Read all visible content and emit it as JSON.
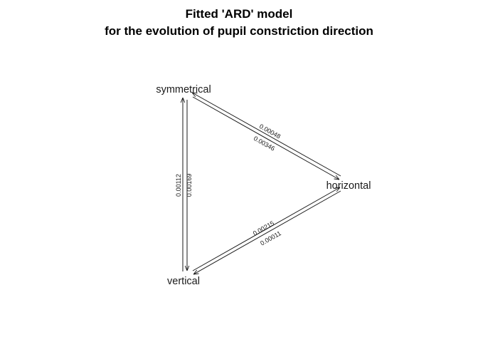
{
  "title": {
    "line1": "Fitted 'ARD' model",
    "line2": "for the evolution of pupil constriction direction"
  },
  "states": {
    "symmetrical": "symmetrical",
    "horizontal": "horizontal",
    "vertical": "vertical"
  },
  "rates": {
    "horizontal_to_symmetrical": "0.00048",
    "symmetrical_to_horizontal": "0.00346",
    "vertical_to_symmetrical": "0.00112",
    "symmetrical_to_vertical": "0.00169",
    "vertical_to_horizontal": "0.00215",
    "horizontal_to_vertical": "0.00011"
  },
  "colors": {
    "ink": "#1a1a1a"
  }
}
